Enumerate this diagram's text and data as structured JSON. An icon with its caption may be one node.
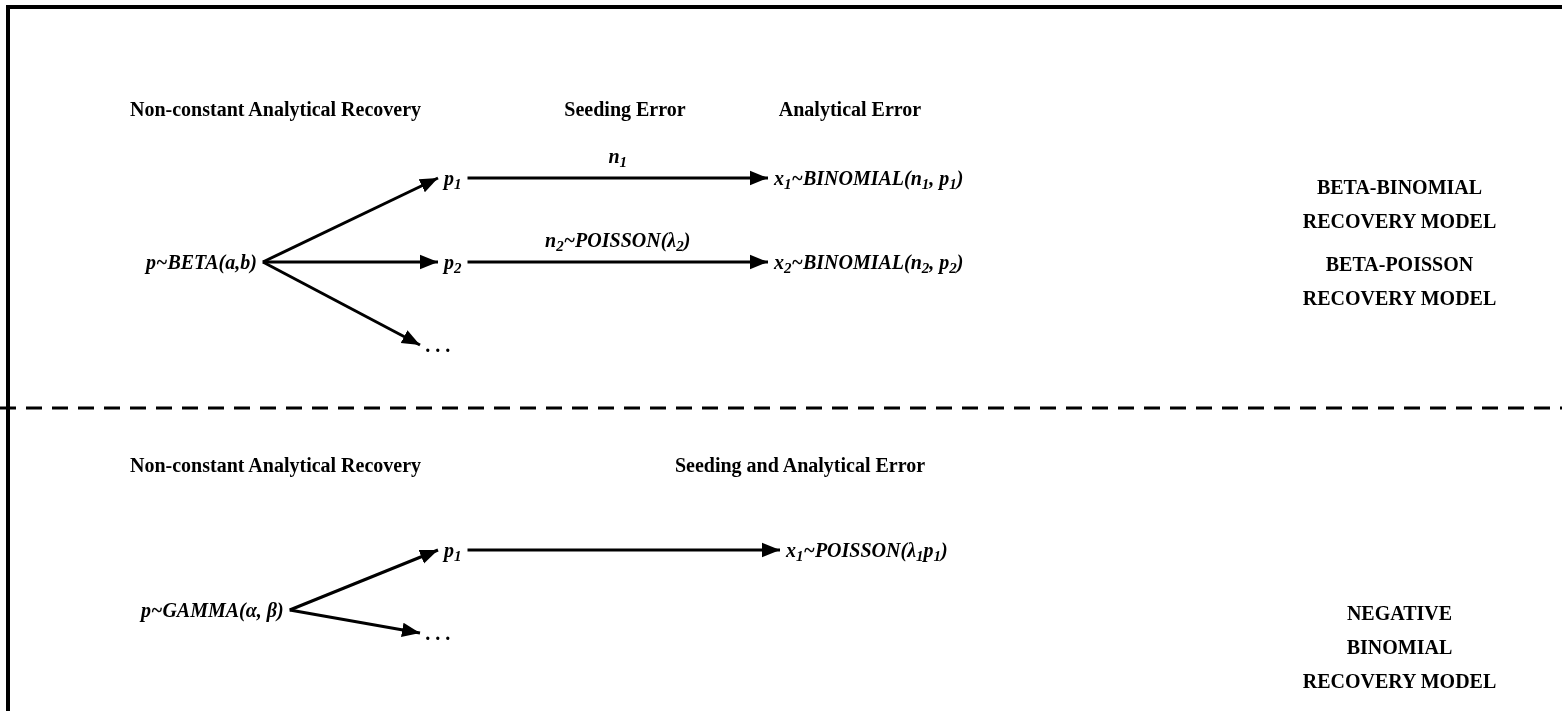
{
  "diagram": {
    "nodes": [
      {
        "text": [
          "p~BETA(a,b)"
        ]
      },
      {
        "text": [
          "p$_{1}$"
        ]
      },
      {
        "text": [
          "p$_{2}$"
        ]
      },
      {
        "text": [
          ". . ."
        ]
      },
      {
        "text": [
          "x$_{1}$~BINOMIAL(n$_{1}$, p$_{1}$)"
        ]
      },
      {
        "text": [
          "x$_{2}$~BINOMIAL(n$_{2}$, p$_{2}$)"
        ]
      },
      {
        "text": [
          "p~GAMMA(α, β)"
        ]
      },
      {
        "text": [
          "p$_{1}$"
        ]
      },
      {
        "text": [
          ". . ."
        ]
      },
      {
        "text": [
          "x$_{1}$~POISSON(λ$_{1}$p$_{1}$)"
        ]
      }
    ],
    "edges": [
      {
        "from": 0,
        "to": 1,
        "arrow": "to"
      },
      {
        "from": 0,
        "to": 2,
        "arrow": "to"
      },
      {
        "from": 0,
        "to": 3,
        "arrow": "to"
      },
      {
        "from": 1,
        "to": 4,
        "arrow": "to",
        "label": "n$_{1}$"
      },
      {
        "from": 2,
        "to": 5,
        "arrow": "to",
        "label": "n$_{2}$~POISSON(λ$_{2}$)"
      },
      {
        "from": 6,
        "to": 7,
        "arrow": "to"
      },
      {
        "from": 6,
        "to": 8,
        "arrow": "to"
      },
      {
        "from": 7,
        "to": 9,
        "arrow": "to"
      }
    ],
    "labels": [
      "Non-constant Analytical Recovery",
      "Seeding Error",
      "Analytical Error",
      "BETA-BINOMIAL RECOVERY MODEL",
      "BETA-POISSON RECOVERY MODEL",
      "Non-constant Analytical Recovery",
      "Seeding and Analytical Error",
      "NEGATIVE BINOMIAL RECOVERY MODEL"
    ]
  }
}
